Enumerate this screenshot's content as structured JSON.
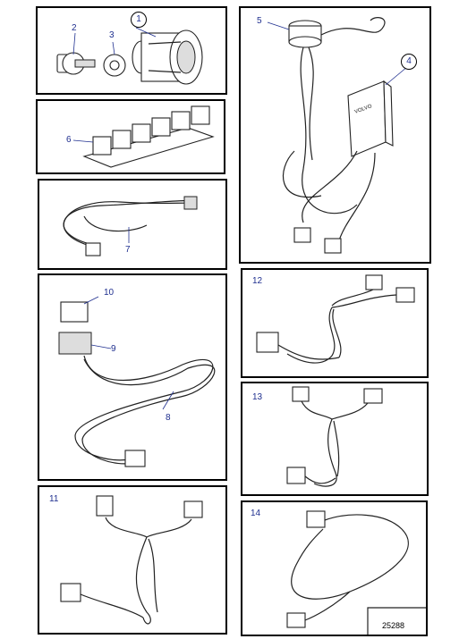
{
  "callouts": {
    "p1": "1",
    "p2": "2",
    "p3": "3",
    "p4": "4",
    "p5": "5",
    "p6": "6",
    "p7": "7",
    "p8": "8",
    "p9": "9",
    "p10": "10",
    "p11": "11",
    "p12": "12",
    "p13": "13",
    "p14": "14"
  },
  "reference_number": "25288",
  "enclosure_label": "VOLVO"
}
